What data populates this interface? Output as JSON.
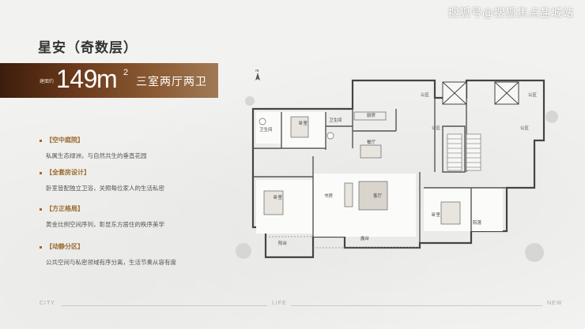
{
  "watermark": "搜狐号@搜狐焦点盐城站",
  "title": "星安（奇数层）",
  "banner": {
    "area_label": "建面约",
    "area": "149",
    "unit": "m",
    "unit_sup": "2",
    "layout": "三室两厅两卫"
  },
  "features": [
    {
      "head": "【空中庭院】",
      "desc": "私属生态绿洲，与自然共生的垂直花园"
    },
    {
      "head": "【全套房设计】",
      "desc": "卧室皆配独立卫浴，关照每位家人的生活私密"
    },
    {
      "head": "【方正格局】",
      "desc": "黄金比例空间序列，彰显东方居住的秩序美学"
    },
    {
      "head": "【动静分区】",
      "desc": "公共空间与私密领域有序分离，生活节奏从容有度"
    }
  ],
  "floorplan": {
    "compass": "N",
    "rooms": {
      "bathroom1": "卫生间",
      "bedroom1": "卧室",
      "bathroom2": "卫生间",
      "kitchen": "厨房",
      "dining": "餐厅",
      "study": "书房",
      "living": "客厅",
      "bedroom2": "卧室",
      "balcony": "阳台",
      "terrace": "露台",
      "bedroom3": "卧室",
      "garden": "院落",
      "public1": "公区",
      "public2": "公区",
      "public3": "公区",
      "public4": "公区"
    }
  },
  "footer": {
    "left": "CITY",
    "middle": "LIFE",
    "right": "NEW"
  }
}
